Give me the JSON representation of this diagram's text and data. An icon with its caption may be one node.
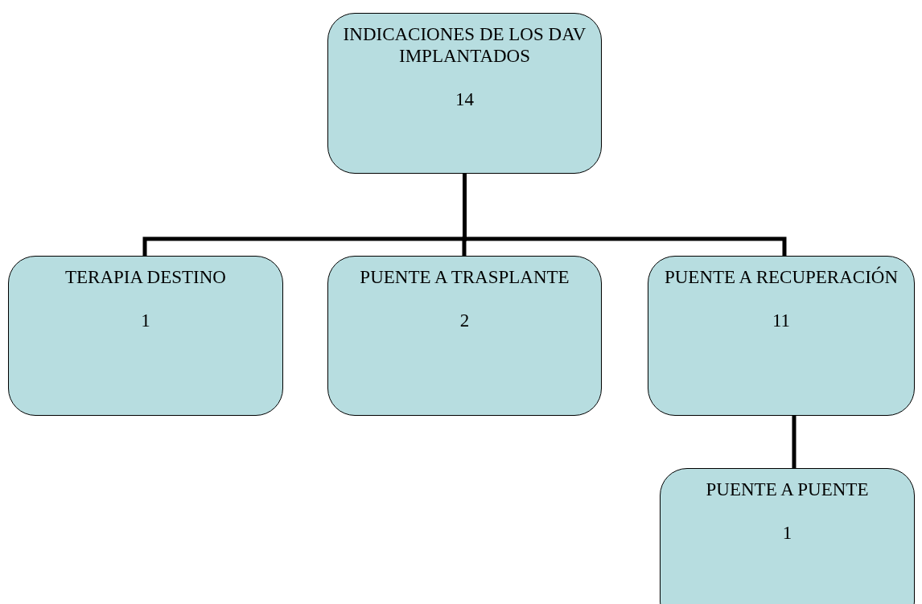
{
  "diagram": {
    "nodes": [
      {
        "text": [
          "INDICACIONES DE LOS DAV IMPLANTADOS",
          "14"
        ]
      },
      {
        "text": [
          "TERAPIA DESTINO",
          "1"
        ]
      },
      {
        "text": [
          "PUENTE A TRASPLANTE",
          "2"
        ]
      },
      {
        "text": [
          "PUENTE A RECUPERACIÓN",
          "11"
        ]
      },
      {
        "text": [
          "PUENTE A PUENTE",
          "1"
        ]
      }
    ],
    "edges": [
      {
        "from": 0,
        "to": 1,
        "arrow": "none"
      },
      {
        "from": 0,
        "to": 2,
        "arrow": "none"
      },
      {
        "from": 0,
        "to": 3,
        "arrow": "none"
      },
      {
        "from": 3,
        "to": 4,
        "arrow": "none"
      }
    ]
  }
}
